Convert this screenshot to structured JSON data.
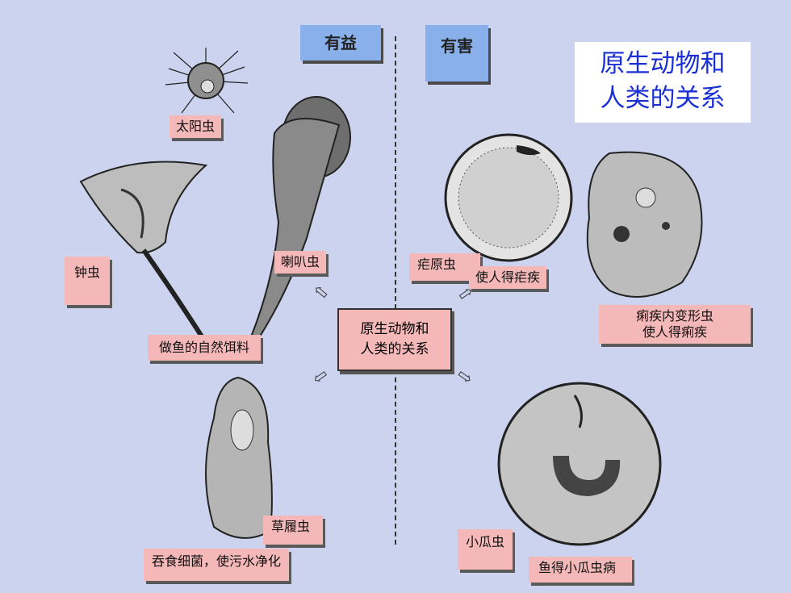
{
  "headers": {
    "beneficial": "有益",
    "harmful": "有害"
  },
  "title": {
    "line1": "原生动物和",
    "line2": "人类的关系"
  },
  "center": {
    "line1": "原生动物和",
    "line2": "人类的关系"
  },
  "labels": {
    "sun_animalcule": "太阳虫",
    "vorticella": "钟虫",
    "stentor": "喇叭虫",
    "fish_food": "做鱼的自然饵料",
    "paramecium": "草履虫",
    "paramecium_use": "吞食细菌，使污水净化",
    "plasmodium": "疟原虫",
    "plasmodium_effect": "使人得疟疾",
    "amoeba_line1": "痢疾内变形虫",
    "amoeba_line2": "使人得痢疾",
    "ichthyophthirius": "小瓜虫",
    "ichthyophthirius_effect": "鱼得小瓜虫病"
  },
  "arrows": {
    "glyph": "⇦",
    "glyph_right": "⇨"
  },
  "colors": {
    "background": "#ccd3ee",
    "label": "#f4b8b9",
    "header": "#8ab0ec",
    "title_text": "#1a2fd6"
  }
}
